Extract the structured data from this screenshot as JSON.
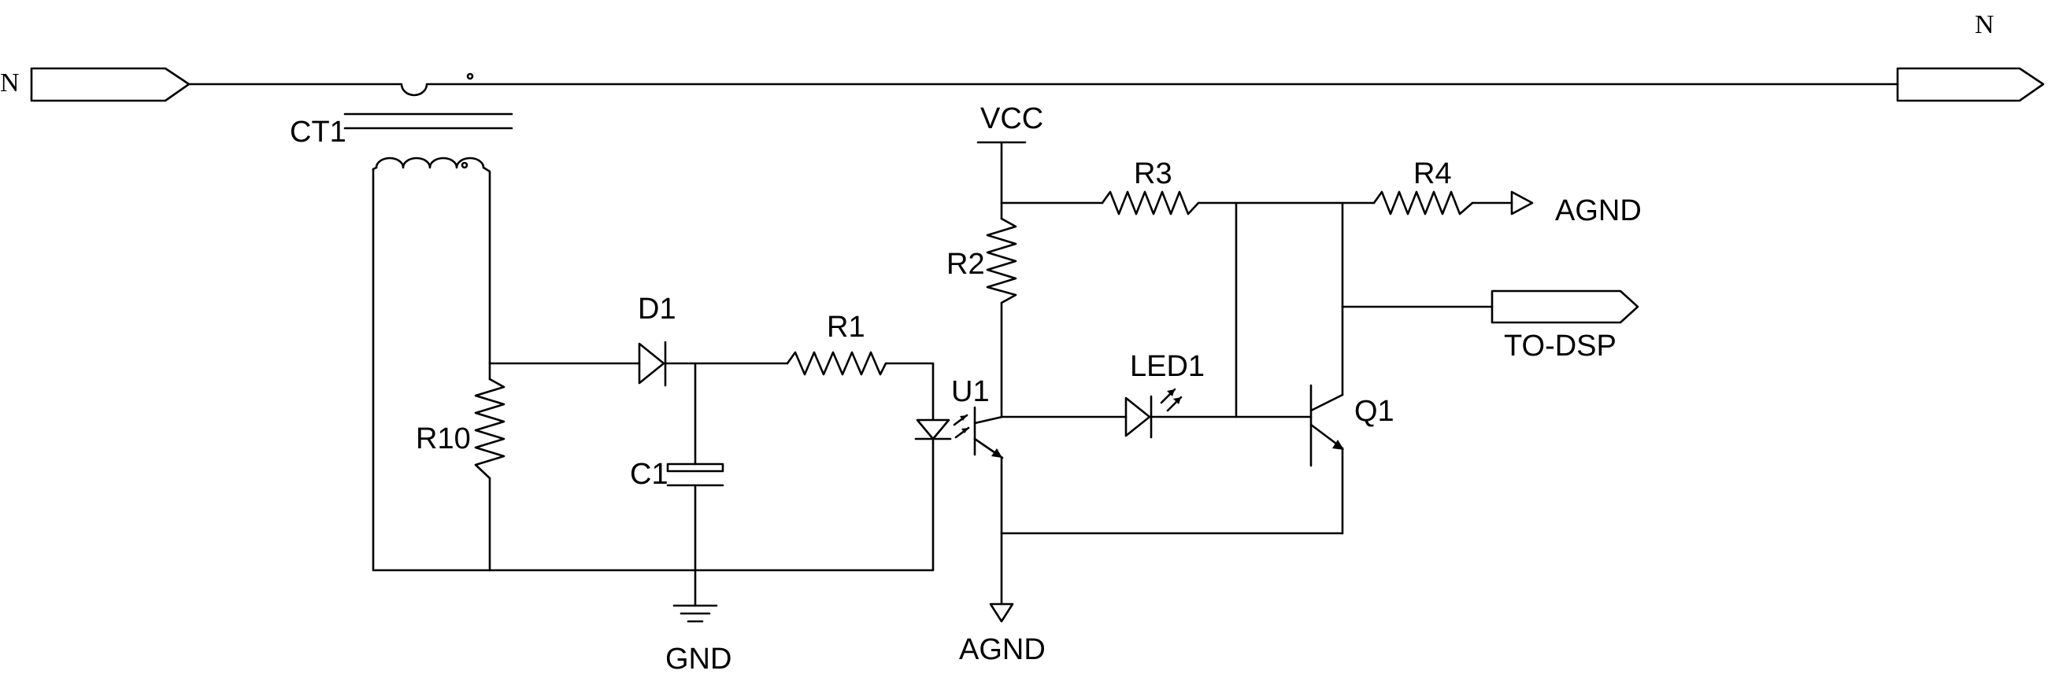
{
  "labels": {
    "n_left": "N",
    "n_right": "N",
    "ct1": "CT1",
    "vcc": "VCC",
    "r3": "R3",
    "r4": "R4",
    "agnd_right": "AGND",
    "r2": "R2",
    "to_dsp": "TO-DSP",
    "d1": "D1",
    "r1": "R1",
    "led1": "LED1",
    "u1": "U1",
    "q1": "Q1",
    "r10": "R10",
    "c1": "C1",
    "gnd": "GND",
    "agnd_bottom": "AGND"
  }
}
